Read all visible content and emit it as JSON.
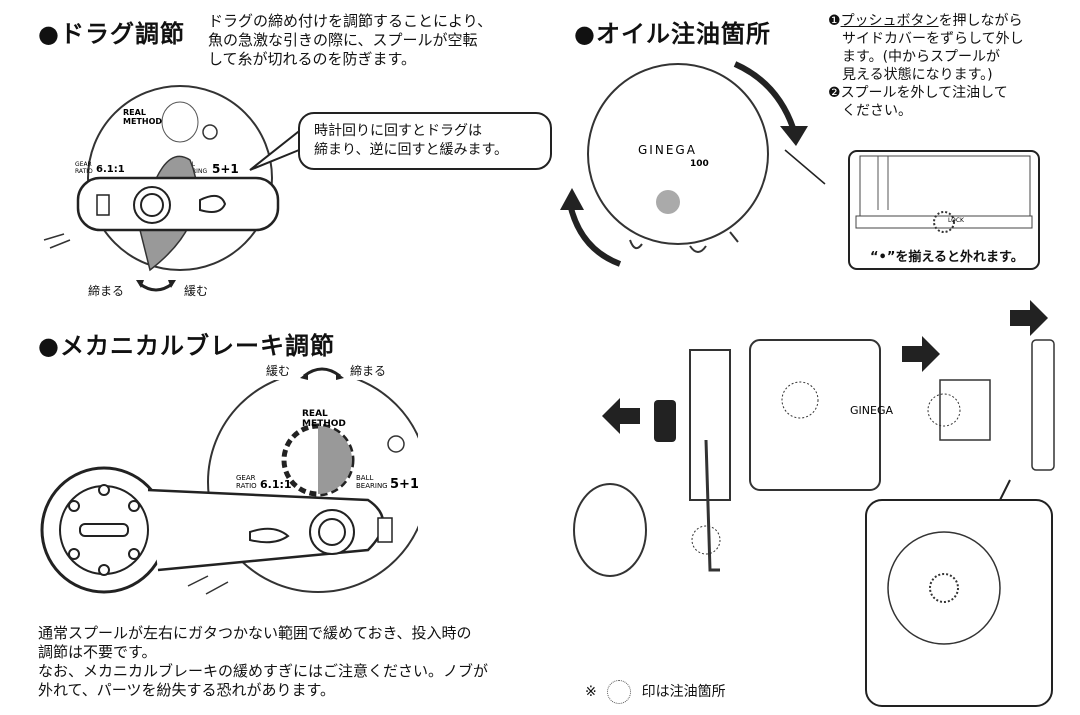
{
  "drag": {
    "heading": "●ドラグ調節",
    "desc": [
      "ドラグの締め付けを調節することにより、",
      "魚の急激な引きの際に、スプールが空転",
      "して糸が切れるのを防ぎます。"
    ],
    "callout": [
      "時計回りに回すとドラグは",
      "締まり、逆に回すと緩みます。"
    ],
    "tighten": "締まる",
    "loosen": "緩む"
  },
  "oil": {
    "heading": "●オイル注油箇所",
    "step1_num": "❶",
    "step1_link": "プッシュボタン",
    "step1": [
      "を押しながら",
      "サイドカバーをずらして外し",
      "ます。(中からスプールが",
      "見える状態になります。)"
    ],
    "step2_num": "❷",
    "step2": [
      "スプールを外して注油して",
      "ください。"
    ],
    "align_note": "“•”を揃えると外れます。",
    "legend_mark": "※",
    "legend_text": "印は注油箇所"
  },
  "brake": {
    "heading": "●メカニカルブレーキ調節",
    "loosen": "緩む",
    "tighten": "締まる",
    "desc": [
      "通常スプールが左右にガタつかない範囲で緩めておき、投入時の",
      "調節は不要です。",
      "なお、メカニカルブレーキの緩めすぎにはご注意ください。ノブが",
      "外れて、パーツを紛失する恐れがあります。"
    ]
  },
  "reel": {
    "brand": [
      "REAL",
      "METHOD"
    ],
    "gear_label": [
      "GEAR",
      "RATIO"
    ],
    "gear_value": "6.1:1",
    "ball_label": [
      "BALL",
      "BEARING"
    ],
    "ball_value": "5+1",
    "model": "GINEGA",
    "model_num": "100",
    "lock": "LOCK"
  }
}
